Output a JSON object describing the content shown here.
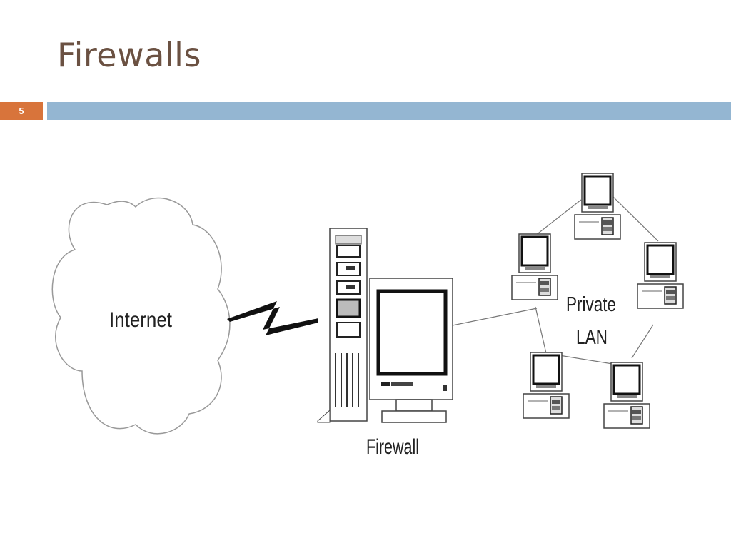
{
  "slide": {
    "title": "Firewalls",
    "number": "5"
  },
  "diagram": {
    "internet_label": "Internet",
    "firewall_label": "Firewall",
    "lan_label_line1": "Private",
    "lan_label_line2": "LAN"
  }
}
